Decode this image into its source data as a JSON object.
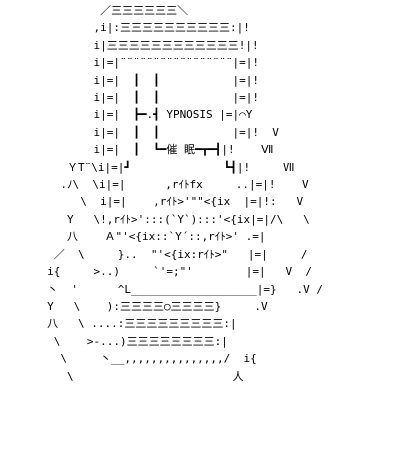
{
  "art": {
    "lines": [
      "             ／三三三三三三＼",
      "            ,i|:三三三三三三三三三三:|!",
      "            i|三三三三三三三三三三三三!|!",
      "            i|=|¨¨¨¨¨¨¨¨¨¨¨¨¨¨¨¨¨|=|!",
      "            i|=|  ┃  ┃           |=|!",
      "            i|=|  ┃  ┃           |=|!",
      "            i|=|  ┣━.┫ YPNOSIS |=|⌒Y",
      "            i|=|  ┃  ┃           |=|!  V",
      "            i|=|  ┃  ┗━催 眠━┳━┫|!    Ⅶ",
      "        ＹT¨\\i|=|┛              ┗┫|!     Ⅶ",
      "       .ﾉ\\  \\i|=|      ,rｲﾄfx     ..|=|!    V",
      "          \\  i|=|    ,rｲﾄ>'\"\"<{ix  |=|!:   V",
      "        Y   \\!,rｲﾄ>':::(`Y`):::'<{ix|=|/\\   \\",
      "        八    Ａ\"'<{ix::`Y´::,rｲﾄ>' .=|",
      "      ／  \\     }..  \"'<{ix:rｲﾄ>\"   |=|     /",
      "     i{     >..)     `'=;\"'        |=|   V  /",
      "     丶  '      ^L___________________|=}   .V /",
      "     Y   \\    ):三三三三○三三三三}     .V",
      "     八   \\ ....:三三三三三三三三三:|",
      "      \\    >-...)三三三三三三三三:|",
      "       \\     丶__,,,,,,,,,,,,,,,/  i{",
      "        \\                        人"
    ]
  }
}
